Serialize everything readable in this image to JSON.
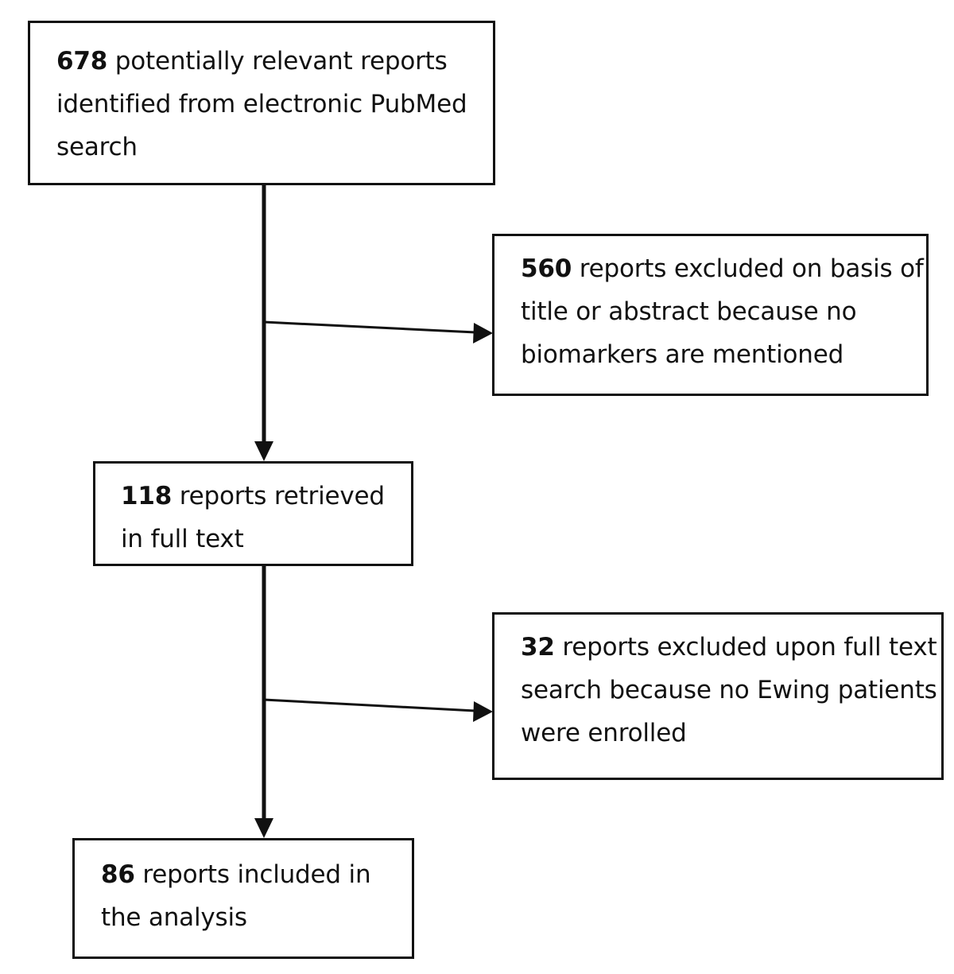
{
  "flowchart": {
    "identified": {
      "count": "678",
      "text": " potentially relevant reports identified from electronic PubMed search"
    },
    "excluded_title_abstract": {
      "count": "560",
      "text": " reports excluded on basis of title or abstract because no biomarkers are mentioned"
    },
    "retrieved_full_text": {
      "count": "118",
      "text": " reports retrieved in full text"
    },
    "excluded_full_text": {
      "count": "32",
      "text": " reports excluded upon full text search because no Ewing patients were enrolled"
    },
    "included": {
      "count": "86",
      "text": " reports included in the analysis"
    }
  },
  "colors": {
    "line": "#111111",
    "background": "#ffffff",
    "text": "#111111"
  }
}
